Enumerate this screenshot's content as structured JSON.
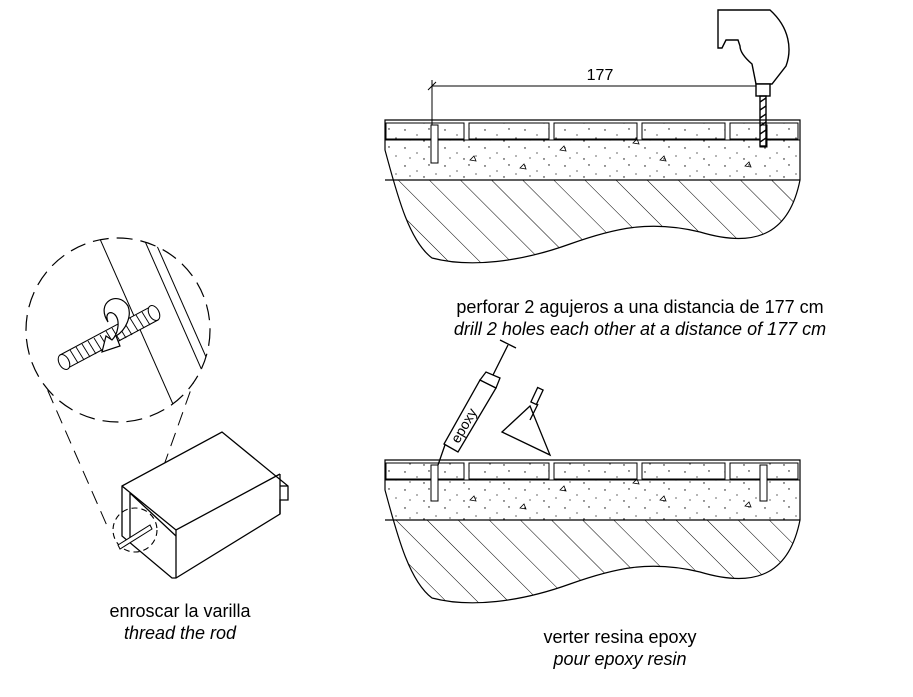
{
  "dimension": {
    "value_label": "177"
  },
  "tube_label": "epoxy",
  "captions": {
    "drill": {
      "es": "perforar 2 agujeros a una distancia de 177 cm",
      "en": "drill 2 holes each other at a distance of 177 cm"
    },
    "pour": {
      "es": "verter resina epoxy",
      "en": "pour epoxy resin"
    },
    "thread": {
      "es": "enroscar la varilla",
      "en": "thread the rod"
    }
  }
}
